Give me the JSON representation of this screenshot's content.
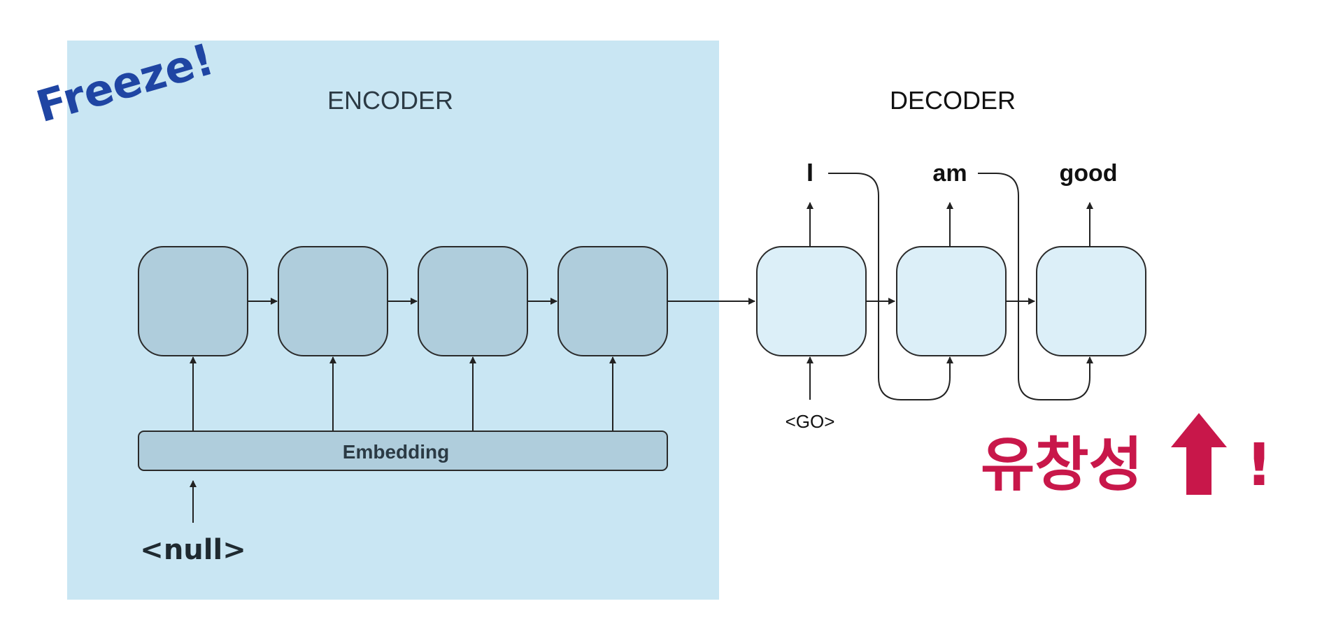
{
  "stamp": "Freeze!",
  "encoder": {
    "title": "ENCODER",
    "embedding_label": "Embedding",
    "input_token": "<null>"
  },
  "decoder": {
    "title": "DECODER",
    "start_token": "<GO>",
    "outputs": [
      "I",
      "am",
      "good"
    ]
  },
  "callout": {
    "text": "유창성",
    "exclaim": "!"
  },
  "colors": {
    "encoder_panel": "#c9e6f3",
    "encoder_cell": "#afcddc",
    "decoder_cell": "#dceff8",
    "stamp": "#1f45a3",
    "callout": "#c8174a"
  }
}
